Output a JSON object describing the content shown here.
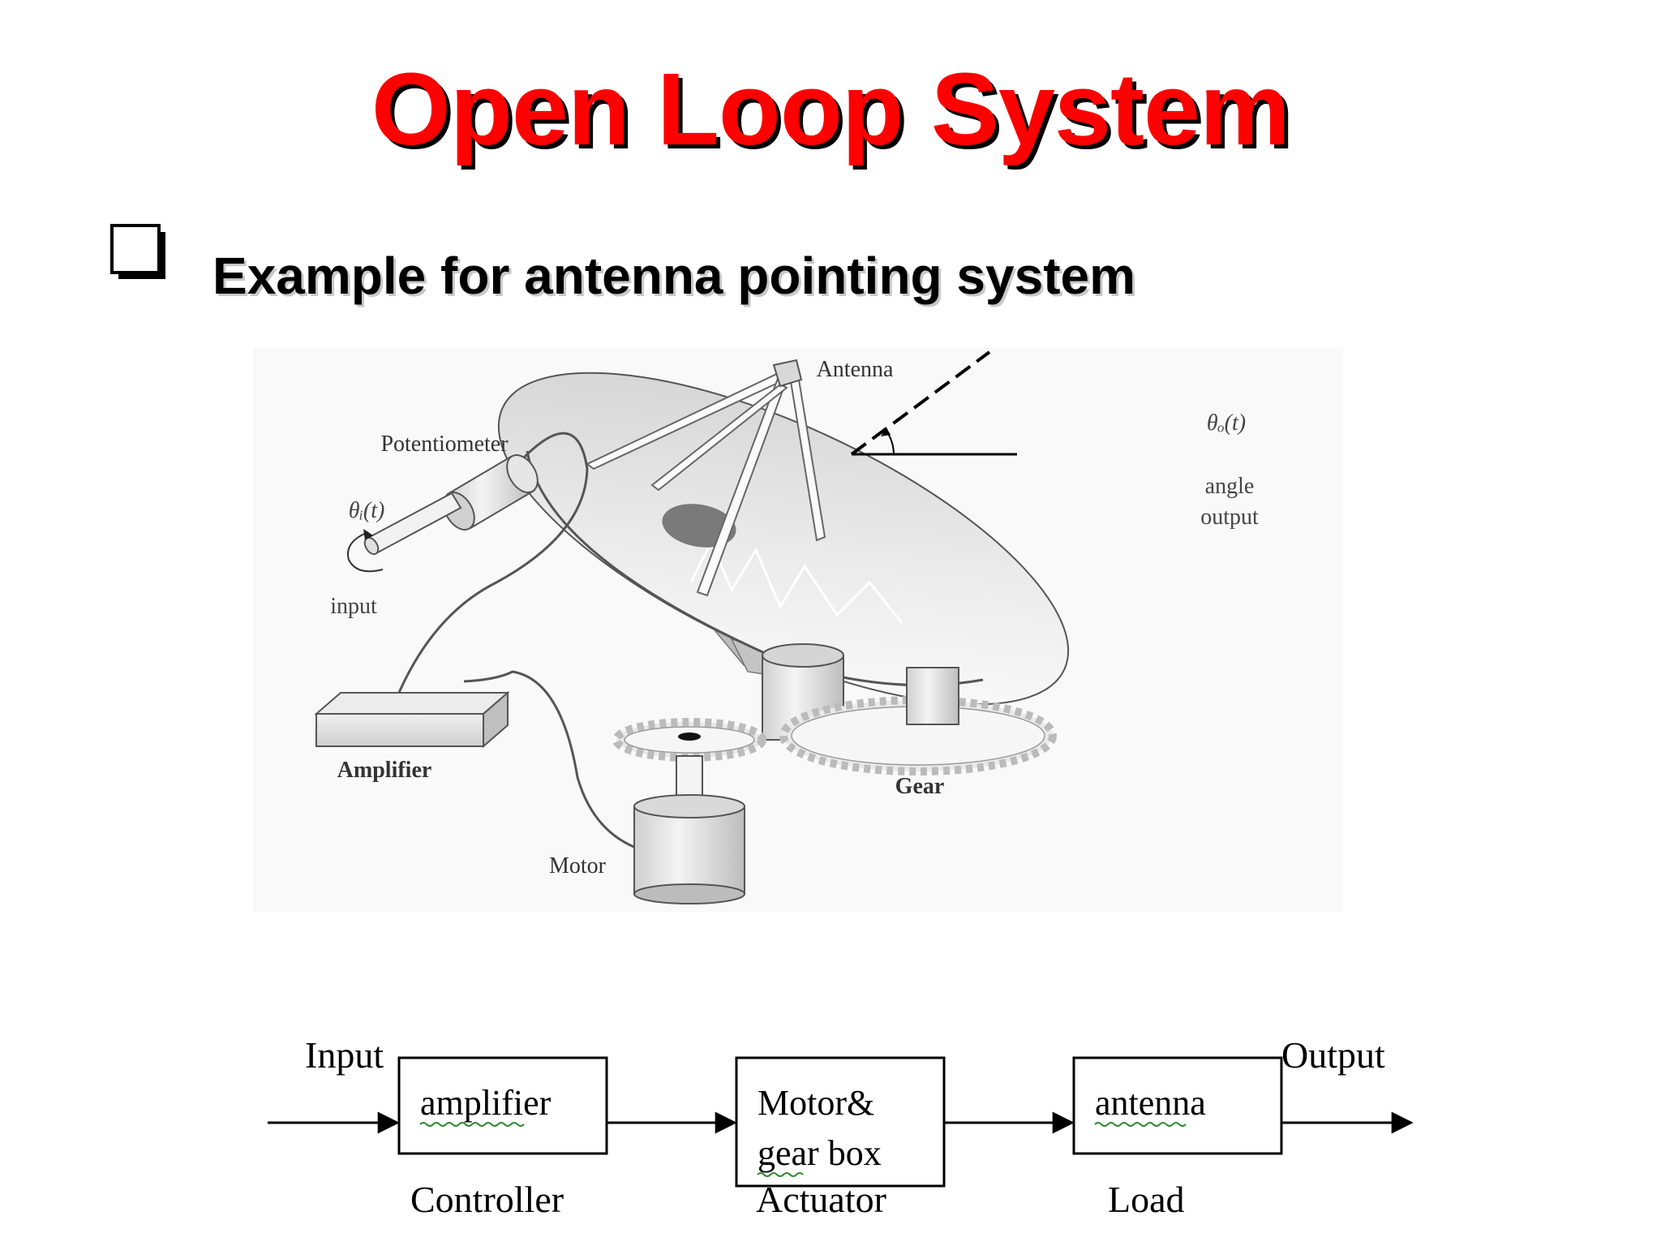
{
  "slide": {
    "title": "Open Loop System",
    "bullet_text": "Example for antenna pointing system",
    "bullet_icon": "hollow-square-icon"
  },
  "illustration": {
    "labels": {
      "antenna": "Antenna",
      "potentiometer": "Potentiometer",
      "theta_input": "θᵢ(t)",
      "input": "input",
      "theta_output": "θₒ(t)",
      "angle": "angle",
      "output": "output",
      "amplifier": "Amplifier",
      "gear": "Gear",
      "motor": "Motor"
    }
  },
  "block_diagram": {
    "input_label": "Input",
    "output_label": "Output",
    "blocks": [
      {
        "text_lines": [
          "amplifier"
        ],
        "caption": "Controller"
      },
      {
        "text_lines": [
          "Motor&",
          "gear box"
        ],
        "caption": "Actuator"
      },
      {
        "text_lines": [
          "antenna"
        ],
        "caption": "Load"
      }
    ]
  },
  "colors": {
    "title": "#ff0000",
    "title_shadow": "#000000",
    "text": "#000000",
    "spellcheck_underline": "#2e8b2e"
  }
}
